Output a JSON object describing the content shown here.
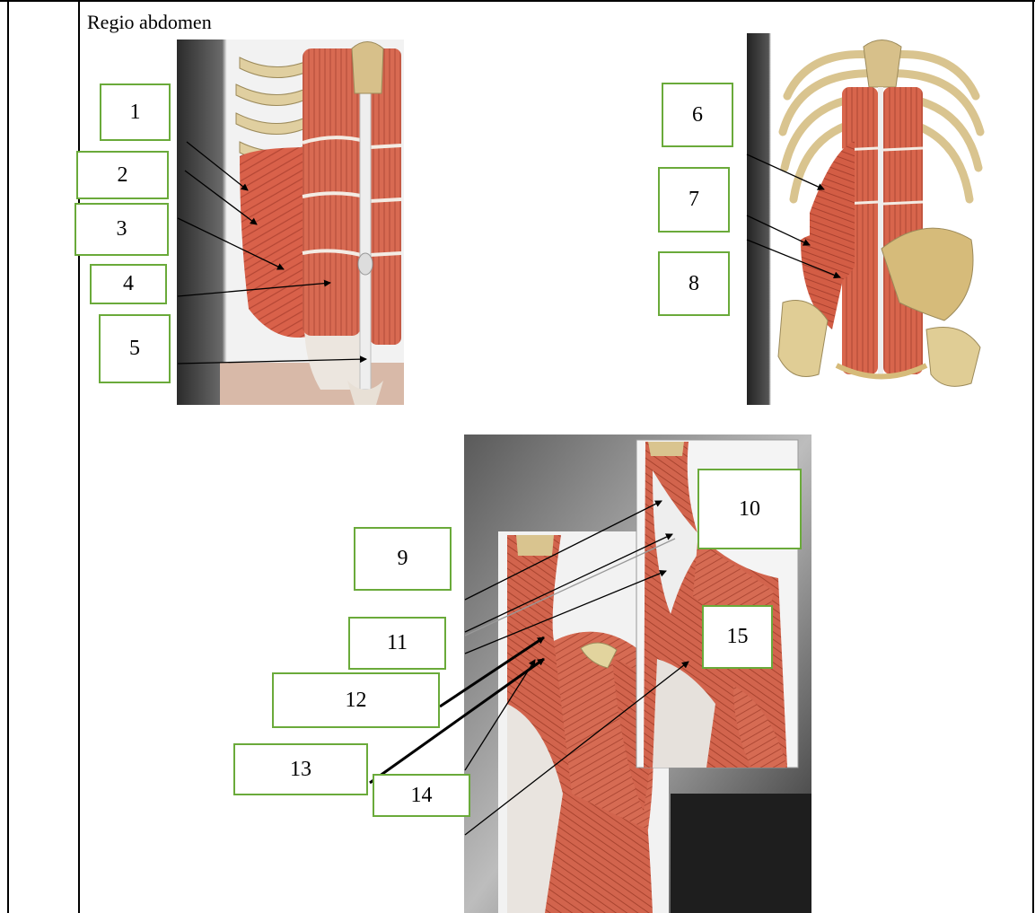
{
  "section_title": "Regio abdomen",
  "labels": [
    "1",
    "2",
    "3",
    "4",
    "5",
    "6",
    "7",
    "8",
    "9",
    "10",
    "11",
    "12",
    "13",
    "14",
    "15"
  ],
  "figures": [
    {
      "name": "abdominal-wall-muscles-figure"
    },
    {
      "name": "posterior-abdominal-muscles-figure"
    },
    {
      "name": "back-and-shoulder-muscles-figure"
    }
  ]
}
